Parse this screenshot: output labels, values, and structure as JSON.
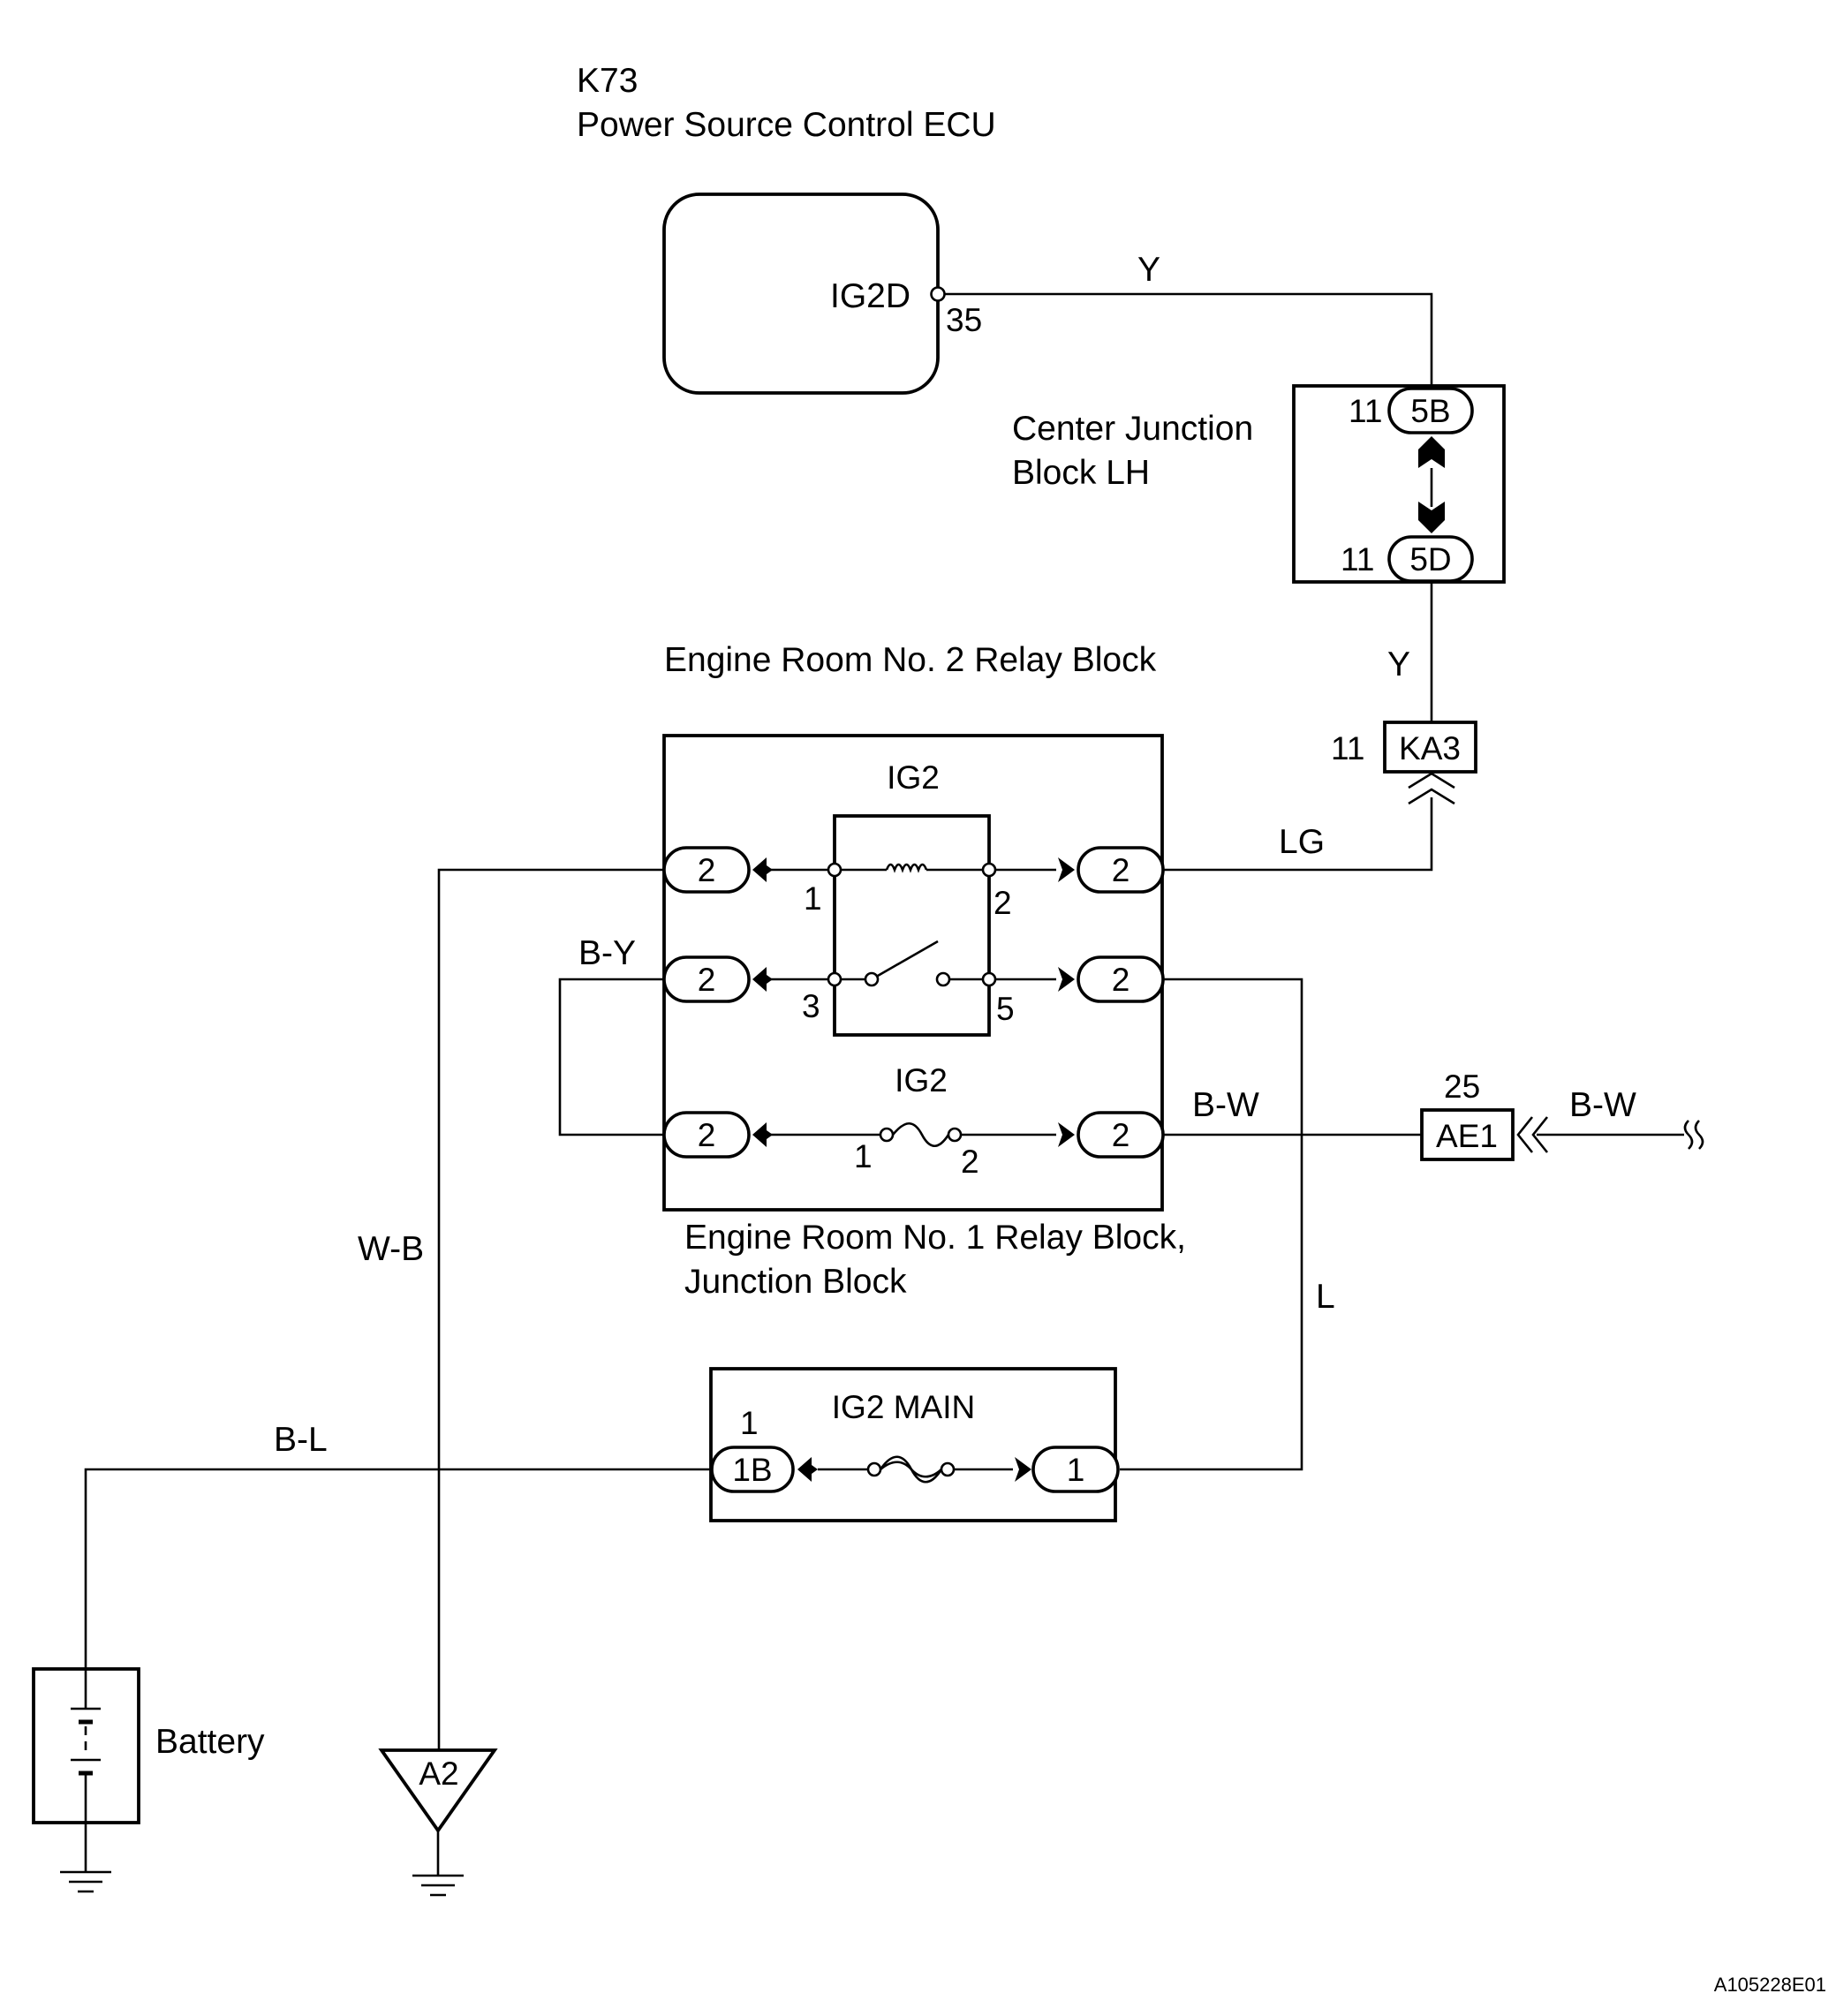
{
  "ecu": {
    "code": "K73",
    "name": "Power Source Control ECU",
    "terminal": "IG2D",
    "pin": "35"
  },
  "cjb": {
    "name_line1": "Center Junction",
    "name_line2": "Block LH",
    "top_pin": "11",
    "top_conn": "5B",
    "bottom_pin": "11",
    "bottom_conn": "5D"
  },
  "wires": {
    "y_top": "Y",
    "y_mid": "Y",
    "lg": "LG",
    "b_y": "B-Y",
    "b_w_left": "B-W",
    "b_w_right": "B-W",
    "w_b": "W-B",
    "l": "L",
    "b_l": "B-L"
  },
  "ka3": {
    "pin": "11",
    "conn": "KA3"
  },
  "ae1": {
    "pin": "25",
    "conn": "AE1"
  },
  "relay_block2": {
    "name": "Engine Room No. 2 Relay Block",
    "relay_label": "IG2",
    "relay_pins": [
      "1",
      "2",
      "3",
      "5"
    ],
    "conn": "2"
  },
  "relay_block1": {
    "name_line1": "Engine Room No. 1 Relay Block,",
    "name_line2": "Junction Block",
    "fuse_label": "IG2",
    "fuse_pins": [
      "1",
      "2"
    ]
  },
  "ig2_main": {
    "label": "IG2 MAIN",
    "left_pin": "1",
    "left_conn": "1B",
    "right_conn": "1"
  },
  "battery": {
    "label": "Battery"
  },
  "ground_a2": {
    "label": "A2"
  },
  "figure_id": "A105228E01"
}
